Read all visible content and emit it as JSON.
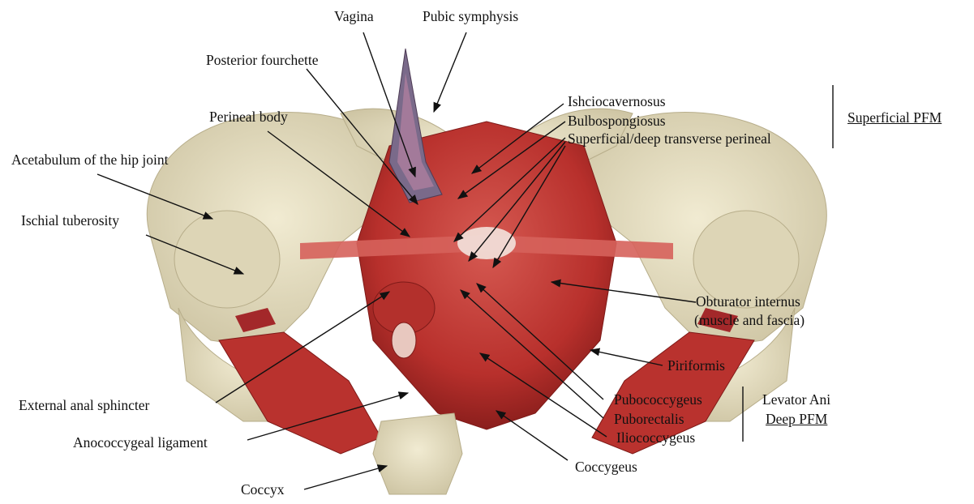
{
  "labels": {
    "vagina": "Vagina",
    "pubic_symphysis": "Pubic symphysis",
    "posterior_fourchette": "Posterior fourchette",
    "perineal_body": "Perineal body",
    "acetabulum": "Acetabulum of the hip joint",
    "ischial_tuberosity": "Ischial tuberosity",
    "ischiocavernosus": "Ishciocavernosus",
    "bulbospongiosus": "Bulbospongiosus",
    "transverse_perineal": "Superficial/deep transverse perineal",
    "obturator_line1": "Obturator internus",
    "obturator_line2": "(muscle and fascia)",
    "piriformis": "Piriformis",
    "pubococcygeus": "Pubococcygeus",
    "puborectalis": "Puborectalis",
    "iliococcygeus": "Iliococcygeus",
    "coccygeus": "Coccygeus",
    "external_anal_sphincter": "External anal sphincter",
    "anococcygeal_ligament": "Anococcygeal ligament",
    "coccyx": "Coccyx"
  },
  "groups": {
    "superficial_pfm": "Superficial PFM",
    "levator_ani": "Levator Ani",
    "deep_pfm": "Deep PFM"
  },
  "colors": {
    "bone": "#e6dfc4",
    "bone_shadow": "#c9c0a0",
    "muscle": "#c23a35",
    "muscle_dark": "#8e1f1f",
    "muscle_light": "#e0706a",
    "vagina": "#7a5a78",
    "arrow": "#111111"
  }
}
